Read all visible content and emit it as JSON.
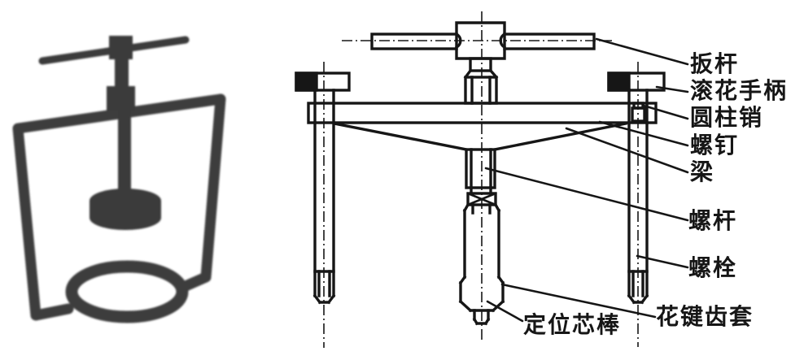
{
  "figure": {
    "type": "technical-diagram-with-photo",
    "description_visible_text_only": true,
    "parts": [
      {
        "id": "lever-bar",
        "label": "扳杆"
      },
      {
        "id": "knurled-handle",
        "label": "滚花手柄"
      },
      {
        "id": "cylindrical-pin",
        "label": "圆柱销"
      },
      {
        "id": "screw",
        "label": "螺钉"
      },
      {
        "id": "beam",
        "label": "梁"
      },
      {
        "id": "screw-rod",
        "label": "螺杆"
      },
      {
        "id": "bolt",
        "label": "螺栓"
      },
      {
        "id": "spline-gear-sleeve",
        "label": "花键齿套"
      },
      {
        "id": "locating-mandrel",
        "label": "定位芯棒"
      }
    ],
    "colors": {
      "line": "#161616",
      "photo": "#3e3e3e",
      "background": "#ffffff"
    }
  }
}
